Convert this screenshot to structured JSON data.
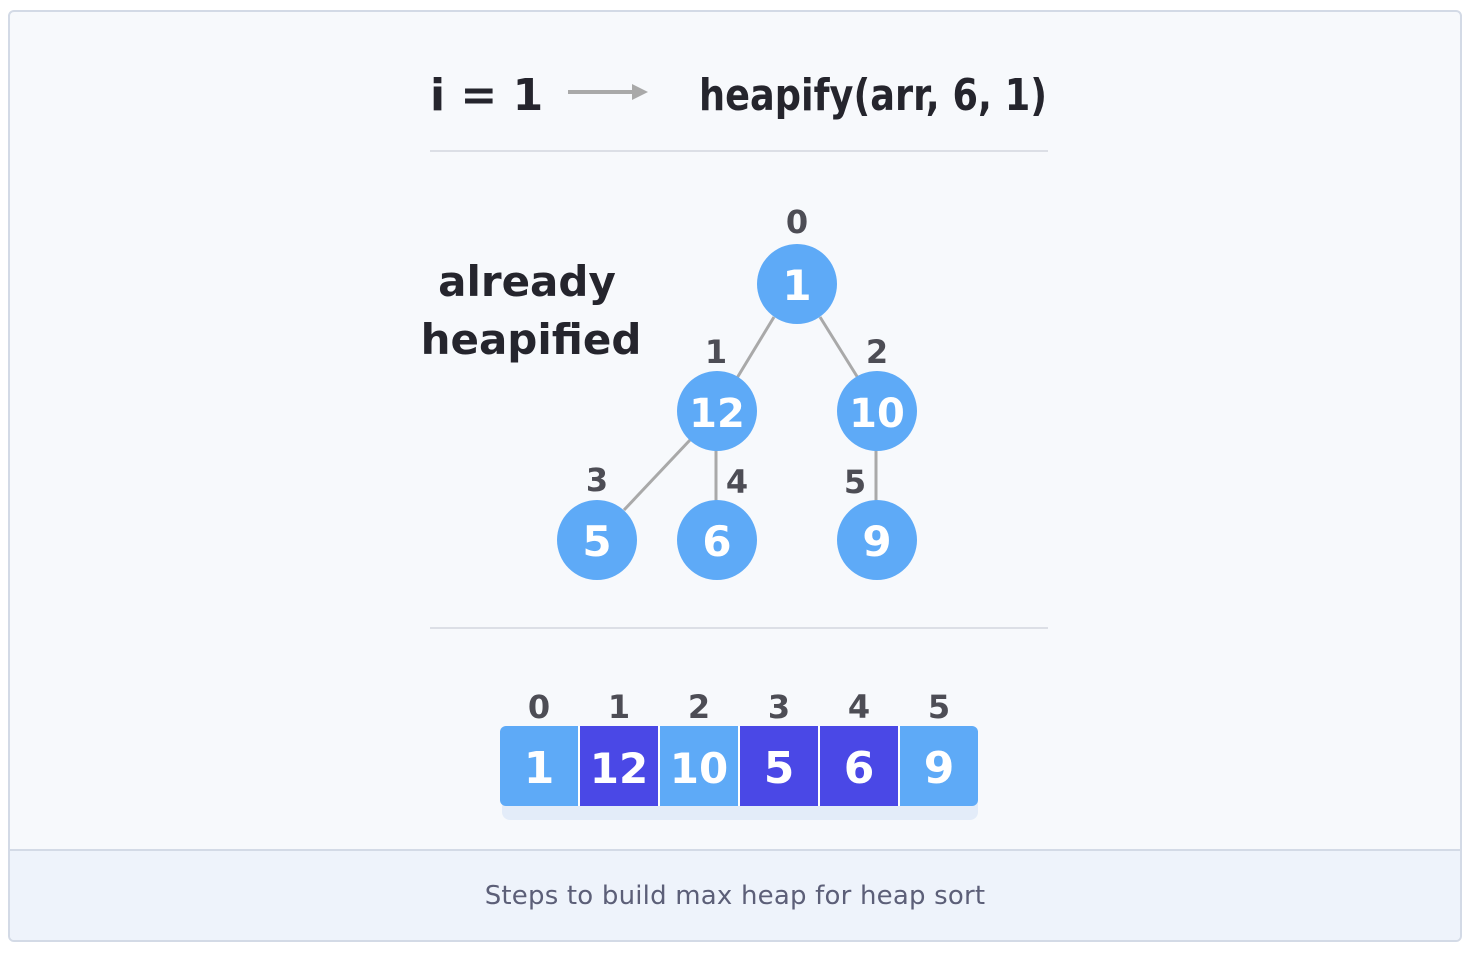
{
  "header": {
    "step_label": "i = 1",
    "call_label": "heapify(arr, 6, 1)"
  },
  "annotation": {
    "line1": "already",
    "line2": "heapified"
  },
  "tree": {
    "nodes": [
      {
        "index": "0",
        "value": "1"
      },
      {
        "index": "1",
        "value": "12"
      },
      {
        "index": "2",
        "value": "10"
      },
      {
        "index": "3",
        "value": "5"
      },
      {
        "index": "4",
        "value": "6"
      },
      {
        "index": "5",
        "value": "9"
      }
    ]
  },
  "array": {
    "cells": [
      {
        "index": "0",
        "value": "1",
        "highlighted": false
      },
      {
        "index": "1",
        "value": "12",
        "highlighted": true
      },
      {
        "index": "2",
        "value": "10",
        "highlighted": false
      },
      {
        "index": "3",
        "value": "5",
        "highlighted": true
      },
      {
        "index": "4",
        "value": "6",
        "highlighted": true
      },
      {
        "index": "5",
        "value": "9",
        "highlighted": false
      }
    ]
  },
  "caption": "Steps to build max heap for heap sort",
  "colors": {
    "node": "#5eaaf7",
    "highlight": "#4a48e6",
    "edge": "#a9a9a9",
    "text_dark": "#25252d",
    "index_text": "#4d4d55",
    "divider": "#dcdfe6"
  }
}
